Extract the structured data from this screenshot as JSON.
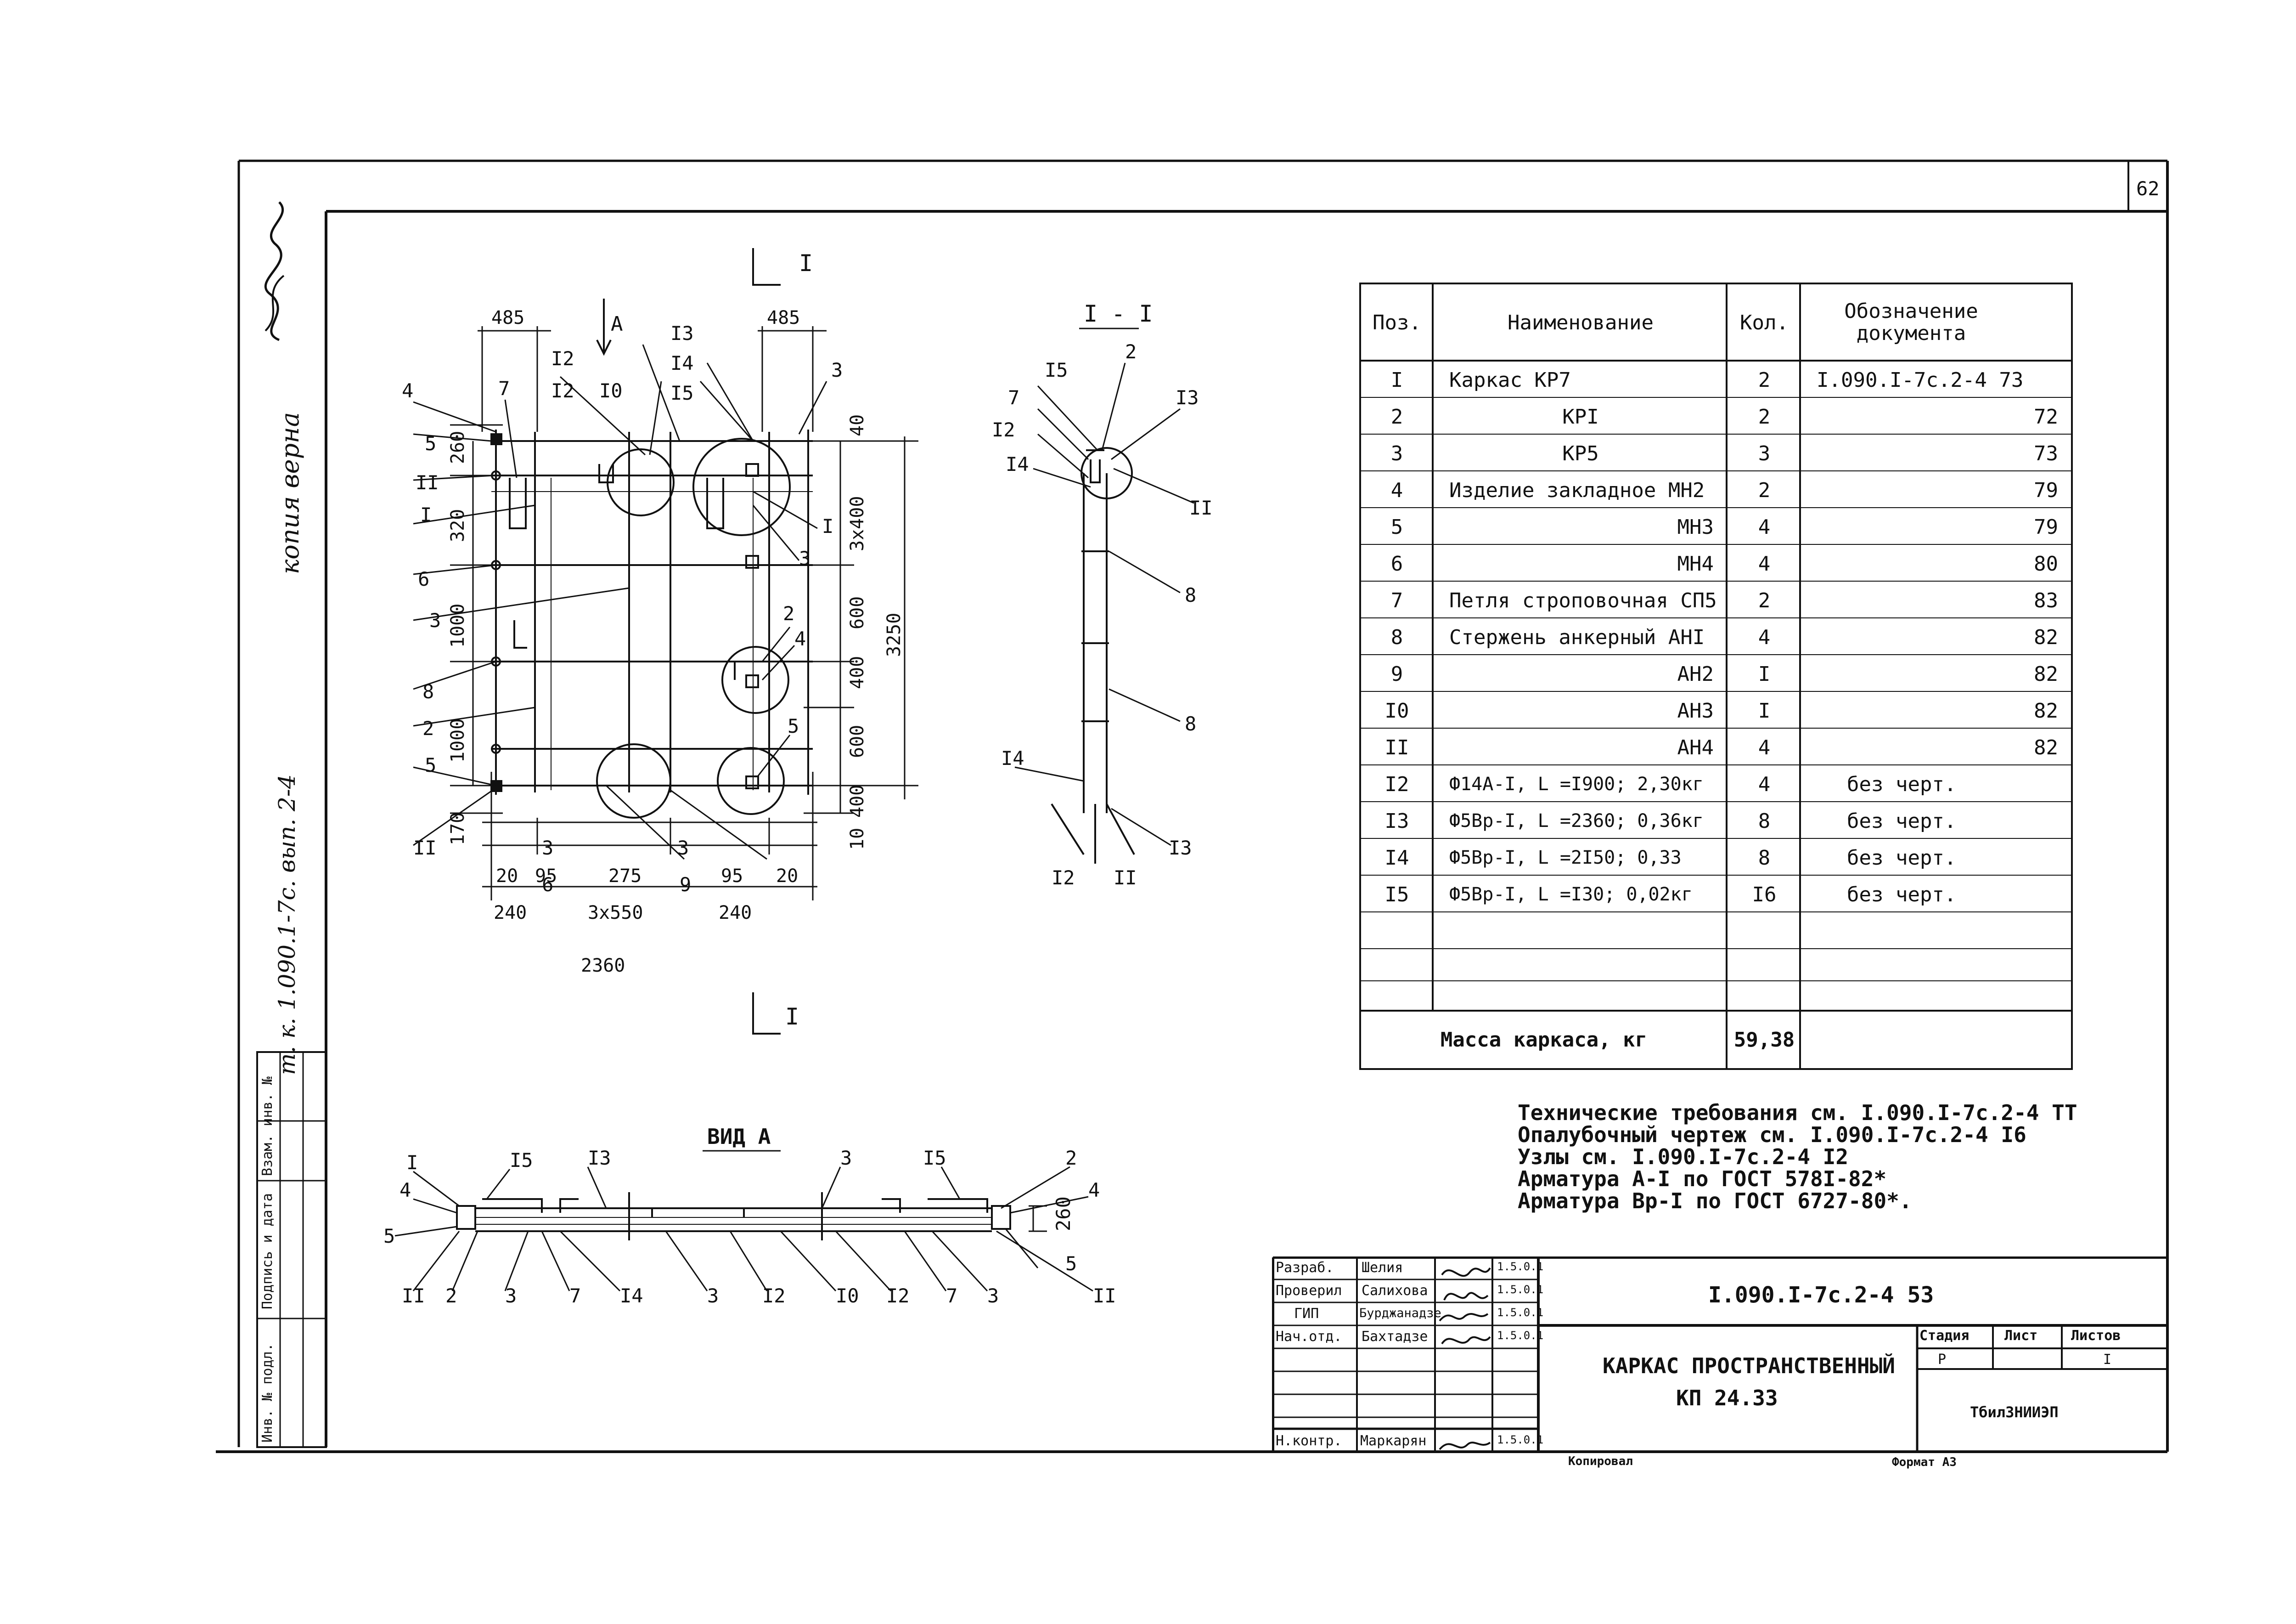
{
  "sheet": {
    "page_no": "62",
    "margin_note": "т. к. 1.090.1-7с. вып. 2-4",
    "copy_note": "копия верна",
    "format": "Формат А3",
    "copied": "Копировал"
  },
  "side_stamp": [
    "Инв. № подл.",
    "Подпись и дата",
    "Взам. инв. №"
  ],
  "section_marks": {
    "top": "I",
    "bottom": "I",
    "section_title": "I - I",
    "view_title": "ВИД А",
    "view_arrow": "А"
  },
  "plan_dims": {
    "top": [
      "485",
      "485"
    ],
    "left": [
      "260",
      "320",
      "1000",
      "1000",
      "170"
    ],
    "right": [
      "40",
      "3х400",
      "600",
      "400",
      "600",
      "400",
      "10"
    ],
    "right_total": "3250",
    "bottom_row1": [
      "20",
      "95",
      "275",
      "95",
      "20"
    ],
    "bottom_row2": [
      "240",
      "3х550",
      "240"
    ],
    "total": "2360",
    "view_height": "260"
  },
  "plan_labels": {
    "left": [
      "4",
      "7",
      "5",
      "II",
      "I",
      "6",
      "3",
      "8",
      "2",
      "5",
      "II"
    ],
    "top": [
      "I2",
      "I2",
      "I0",
      "I3",
      "I4",
      "I5"
    ],
    "right": [
      "3",
      "I",
      "3",
      "2",
      "4",
      "5"
    ],
    "bottom": [
      "3",
      "6",
      "3",
      "9"
    ]
  },
  "section_labels": [
    "I5",
    "2",
    "7",
    "I3",
    "I2",
    "I4",
    "II",
    "8",
    "8",
    "I4",
    "I3",
    "I2",
    "II"
  ],
  "view_labels": {
    "top": [
      "I",
      "I5",
      "I3",
      "3",
      "I5",
      "2",
      "4",
      "4"
    ],
    "bottom": [
      "5",
      "II",
      "2",
      "3",
      "7",
      "I4",
      "3",
      "I2",
      "I0",
      "I2",
      "7",
      "3",
      "5",
      "II"
    ]
  },
  "spec": {
    "headers": [
      "Поз.",
      "Наименование",
      "Кол.",
      "Обозначение документа"
    ],
    "rows": [
      {
        "pos": "I",
        "name": "Каркас КР7",
        "qty": "2",
        "doc": "I.090.I-7с.2-4 73"
      },
      {
        "pos": "2",
        "name": "КРI",
        "qty": "2",
        "doc": "72"
      },
      {
        "pos": "3",
        "name": "КР5",
        "qty": "3",
        "doc": "73"
      },
      {
        "pos": "4",
        "name": "Изделие закладное МН2",
        "qty": "2",
        "doc": "79"
      },
      {
        "pos": "5",
        "name": "МН3",
        "qty": "4",
        "doc": "79"
      },
      {
        "pos": "6",
        "name": "МН4",
        "qty": "4",
        "doc": "80"
      },
      {
        "pos": "7",
        "name": "Петля строповочная СП5",
        "qty": "2",
        "doc": "83"
      },
      {
        "pos": "8",
        "name": "Стержень анкерный АНI",
        "qty": "4",
        "doc": "82"
      },
      {
        "pos": "9",
        "name": "АН2",
        "qty": "I",
        "doc": "82"
      },
      {
        "pos": "I0",
        "name": "АН3",
        "qty": "I",
        "doc": "82"
      },
      {
        "pos": "II",
        "name": "АН4",
        "qty": "4",
        "doc": "82"
      },
      {
        "pos": "I2",
        "name": "Ф14А-I, L =I900; 2,30кг",
        "qty": "4",
        "doc": "без черт."
      },
      {
        "pos": "I3",
        "name": "Ф5Вр-I, L =2360; 0,36кг",
        "qty": "8",
        "doc": "без черт."
      },
      {
        "pos": "I4",
        "name": "Ф5Вр-I, L =2I50; 0,33",
        "qty": "8",
        "doc": "без черт."
      },
      {
        "pos": "I5",
        "name": "Ф5Вр-I, L =I30; 0,02кг",
        "qty": "I6",
        "doc": "без черт."
      }
    ],
    "mass_label": "Масса каркаса, кг",
    "mass_value": "59,38"
  },
  "notes": [
    "Технические требования см. I.090.I-7с.2-4 ТТ",
    "Опалубочный чертеж см. I.090.I-7с.2-4 I6",
    "Узлы см. I.090.I-7с.2-4 I2",
    "Арматура  А-I по ГОСТ 578I-82*",
    "Арматура  Вр-I по ГОСТ 6727-80*."
  ],
  "title_block": {
    "roles": [
      "Разраб.",
      "Проверил",
      "ГИП",
      "Нач.отд.",
      "",
      "Н.контр."
    ],
    "names": [
      "Шелия",
      "Салихова",
      "Бурджанадзе",
      "Бахтадзе",
      "",
      "Маркарян"
    ],
    "dates": [
      "1.5.0.1",
      "1.5.0.1",
      "1.5.0.1",
      "1.5.0.1",
      "",
      "1.5.0.1"
    ],
    "doc_code": "I.090.I-7с.2-4 53",
    "title_line1": "КАРКАС ПРОСТРАНСТВЕННЫЙ",
    "title_line2": "КП 24.33",
    "stage_header": "Стадия",
    "sheet_header": "Лист",
    "sheets_header": "Листов",
    "stage": "Р",
    "sheet": "",
    "sheets": "I",
    "org": "ТбилЗНИИЭП"
  }
}
